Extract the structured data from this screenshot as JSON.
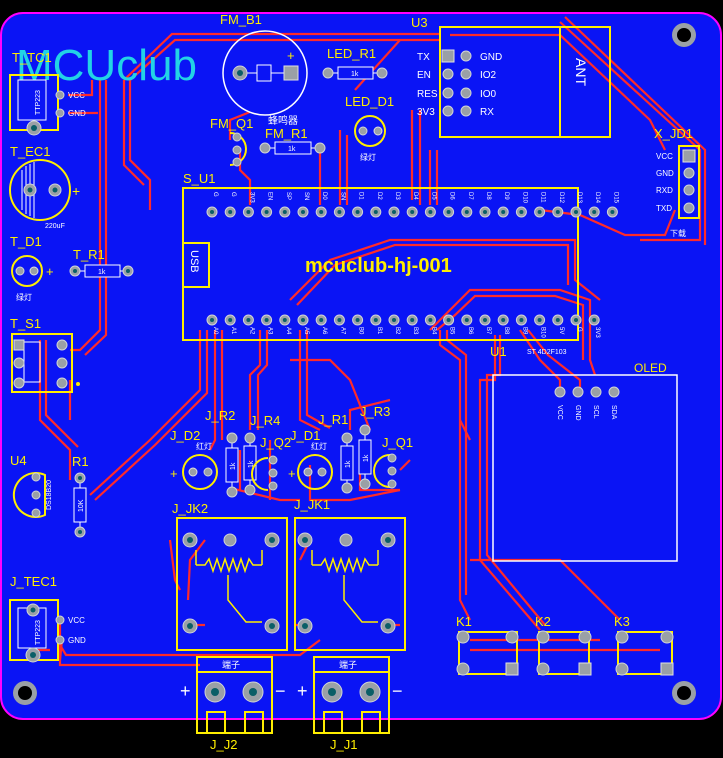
{
  "logo": "MCUclub",
  "board": {
    "bg_color": "#0a14f5",
    "outline_color": "#ff00ff",
    "trace_color": "#ff2a2a",
    "silk_color": "#ffee00"
  },
  "components": {
    "t_tc1": {
      "ref": "T_TC1",
      "vcc": "VCC",
      "gnd": "GND",
      "body": "TTP223"
    },
    "t_ec1": {
      "ref": "T_EC1",
      "value": "220uF",
      "plus": "+"
    },
    "t_d1": {
      "ref": "T_D1",
      "label": "绿灯",
      "plus": "+"
    },
    "t_r1": {
      "ref": "T_R1",
      "value": "1k"
    },
    "t_s1": {
      "ref": "T_S1"
    },
    "u4": {
      "ref": "U4",
      "body": "DS18B20"
    },
    "r1": {
      "ref": "R1",
      "value": "10K"
    },
    "j_tec1": {
      "ref": "J_TEC1",
      "vcc": "VCC",
      "gnd": "GND",
      "body": "TTP223"
    },
    "fm_b1": {
      "ref": "FM_B1",
      "plus": "+"
    },
    "fm_q1": {
      "ref": "FM_Q1"
    },
    "fm_r1": {
      "ref": "FM_R1",
      "value": "1k",
      "label": "蜂鸣器"
    },
    "led_r1": {
      "ref": "LED_R1",
      "value": "1k"
    },
    "led_d1": {
      "ref": "LED_D1",
      "label": "绿灯"
    },
    "u3": {
      "ref": "U3",
      "ant": "ANT",
      "pins_left": [
        "TX",
        "EN",
        "RES",
        "3V3"
      ],
      "pins_right": [
        "GND",
        "IO2",
        "IO0",
        "RX"
      ]
    },
    "x_jd1": {
      "ref": "X_JD1",
      "pins": [
        "VCC",
        "GND",
        "RXD",
        "TXD"
      ],
      "note": "下载"
    },
    "s_u1": {
      "ref": "S_U1",
      "title": "mcuclub-hj-001",
      "usb": "USB",
      "top_pins": [
        "G",
        "G",
        "3V3",
        "EN",
        "SP",
        "SN",
        "D0",
        "SN",
        "D1",
        "D2",
        "D3",
        "D4",
        "D5",
        "D6",
        "D7",
        "D8",
        "D9",
        "D10",
        "D11",
        "D12",
        "D13",
        "D14",
        "D15"
      ],
      "bottom_pins": [
        "A0",
        "A1",
        "A2",
        "A3",
        "A4",
        "A5",
        "A6",
        "A7",
        "B0",
        "B1",
        "B2",
        "B3",
        "B4",
        "B5",
        "B6",
        "B7",
        "B8",
        "B9",
        "B10",
        "5V",
        "G",
        "3V3"
      ]
    },
    "u1": {
      "ref": "U1",
      "label": "ST 4D2F103"
    },
    "oled": {
      "ref": "OLED",
      "pins": [
        "VCC",
        "GND",
        "SCL",
        "SDA"
      ]
    },
    "j_d2": {
      "ref": "J_D2",
      "label": "红灯",
      "plus": "+"
    },
    "j_r2": {
      "ref": "J_R2",
      "value": "1k"
    },
    "j_r4": {
      "ref": "J_R4",
      "value": "1k"
    },
    "j_q2": {
      "ref": "J_Q2"
    },
    "j_d1": {
      "ref": "J_D1",
      "label": "红灯",
      "plus": "+"
    },
    "j_r1": {
      "ref": "J_R1",
      "value": "1k"
    },
    "j_r3": {
      "ref": "J_R3",
      "value": "1k"
    },
    "j_q1": {
      "ref": "J_Q1"
    },
    "j_jk2": {
      "ref": "J_JK2"
    },
    "j_jk1": {
      "ref": "J_JK1"
    },
    "k1": {
      "ref": "K1"
    },
    "k2": {
      "ref": "K2"
    },
    "k3": {
      "ref": "K3"
    },
    "j_j2": {
      "ref": "J_J2",
      "label": "端子",
      "plus": "+",
      "minus": "−"
    },
    "j_j1": {
      "ref": "J_J1",
      "label": "端子",
      "plus": "+",
      "minus": "−"
    }
  }
}
